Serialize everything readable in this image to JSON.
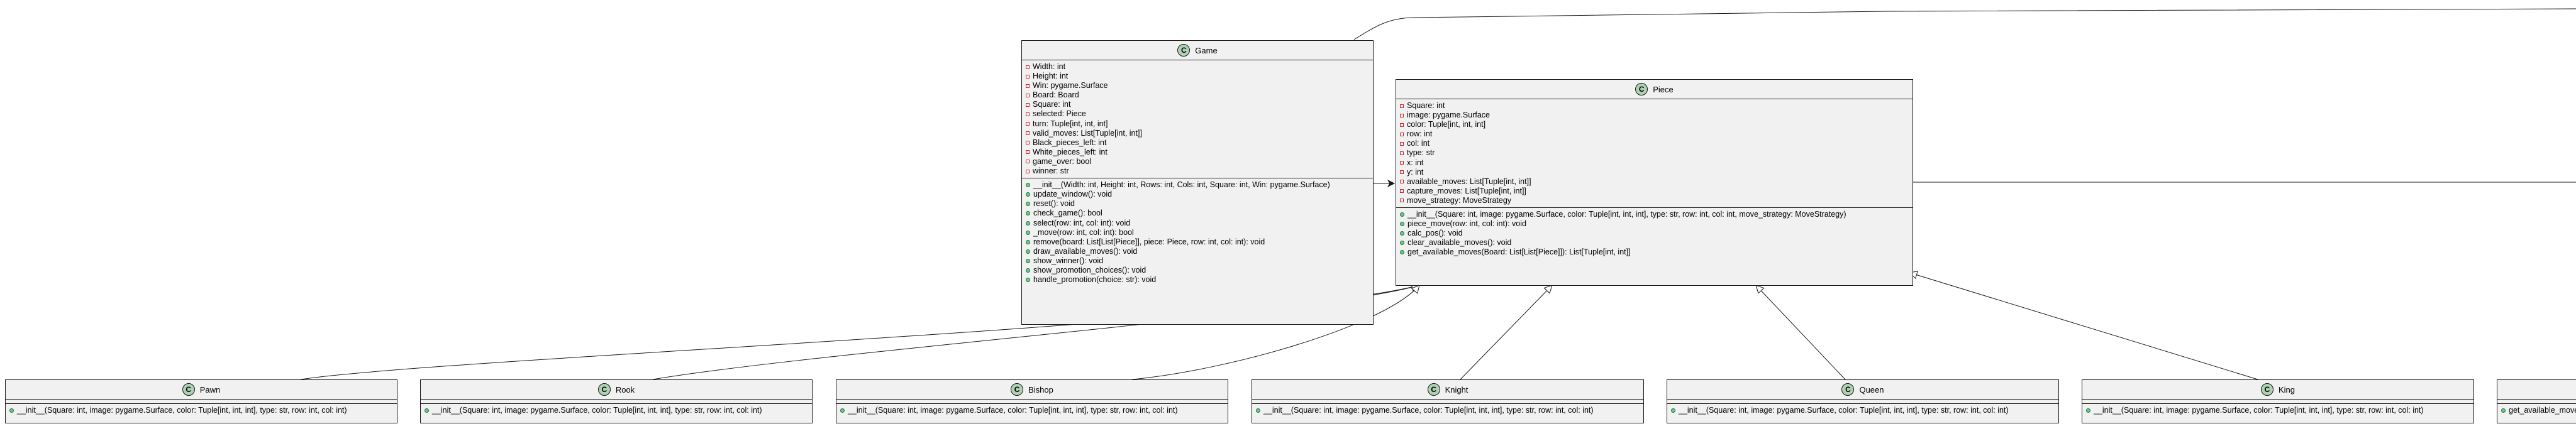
{
  "classes": {
    "game": {
      "name": "Game",
      "stereotype": "C",
      "fields": [
        "Width: int",
        "Height: int",
        "Win: pygame.Surface",
        "Board: Board",
        "Square: int",
        "selected: Piece",
        "turn: Tuple[int, int, int]",
        "valid_moves: List[Tuple[int, int]]",
        "Black_pieces_left: int",
        "White_pieces_left: int",
        "game_over: bool",
        "winner: str"
      ],
      "methods": [
        "__init__(Width: int, Height: int, Rows: int, Cols: int, Square: int, Win: pygame.Surface)",
        "update_window(): void",
        "reset(): void",
        "check_game(): bool",
        "select(row: int, col: int): void",
        "_move(row: int, col: int): bool",
        "remove(board: List[List[Piece]], piece: Piece, row: int, col: int): void",
        "draw_available_moves(): void",
        "show_winner(): void",
        "show_promotion_choices(): void",
        "handle_promotion(choice: str): void"
      ]
    },
    "piece": {
      "name": "Piece",
      "stereotype": "C",
      "fields": [
        "Square: int",
        "image: pygame.Surface",
        "color: Tuple[int, int, int]",
        "row: int",
        "col: int",
        "type: str",
        "x: int",
        "y: int",
        "available_moves: List[Tuple[int, int]]",
        "capture_moves: List[Tuple[int, int]]",
        "move_strategy: MoveStrategy"
      ],
      "methods": [
        "__init__(Square: int, image: pygame.Surface, color: Tuple[int, int, int], type: str, row: int, col: int, move_strategy: MoveStrategy)",
        "piece_move(row: int, col: int): void",
        "calc_pos(): void",
        "clear_available_moves(): void",
        "get_available_moves(Board: List[List[Piece]]): List[Tuple[int, int]]"
      ]
    },
    "pawn": {
      "name": "Pawn",
      "stereotype": "C",
      "methods": [
        "__init__(Square: int, image: pygame.Surface, color: Tuple[int, int, int], type: str, row: int, col: int)"
      ]
    },
    "rook": {
      "name": "Rook",
      "stereotype": "C",
      "methods": [
        "__init__(Square: int, image: pygame.Surface, color: Tuple[int, int, int], type: str, row: int, col: int)"
      ]
    },
    "bishop": {
      "name": "Bishop",
      "stereotype": "C",
      "methods": [
        "__init__(Square: int, image: pygame.Surface, color: Tuple[int, int, int], type: str, row: int, col: int)"
      ]
    },
    "knight": {
      "name": "Knight",
      "stereotype": "C",
      "methods": [
        "__init__(Square: int, image: pygame.Surface, color: Tuple[int, int, int], type: str, row: int, col: int)"
      ]
    },
    "queen": {
      "name": "Queen",
      "stereotype": "C",
      "methods": [
        "__init__(Square: int, image: pygame.Surface, color: Tuple[int, int, int], type: str, row: int, col: int)"
      ]
    },
    "king": {
      "name": "King",
      "stereotype": "C",
      "methods": [
        "__init__(Square: int, image: pygame.Surface, color: Tuple[int, int, int], type: str, row: int, col: int)"
      ]
    },
    "partial": {
      "methods": [
        "get_available_moves(Board: List[List[Piece]]): List[Tuple[int, int]]"
      ]
    }
  },
  "colors": {
    "box_fill": "#f1f1f1",
    "box_border": "#181818",
    "class_badge": "#add1b2",
    "private_marker": "#c82930",
    "public_marker": "#84be84"
  }
}
